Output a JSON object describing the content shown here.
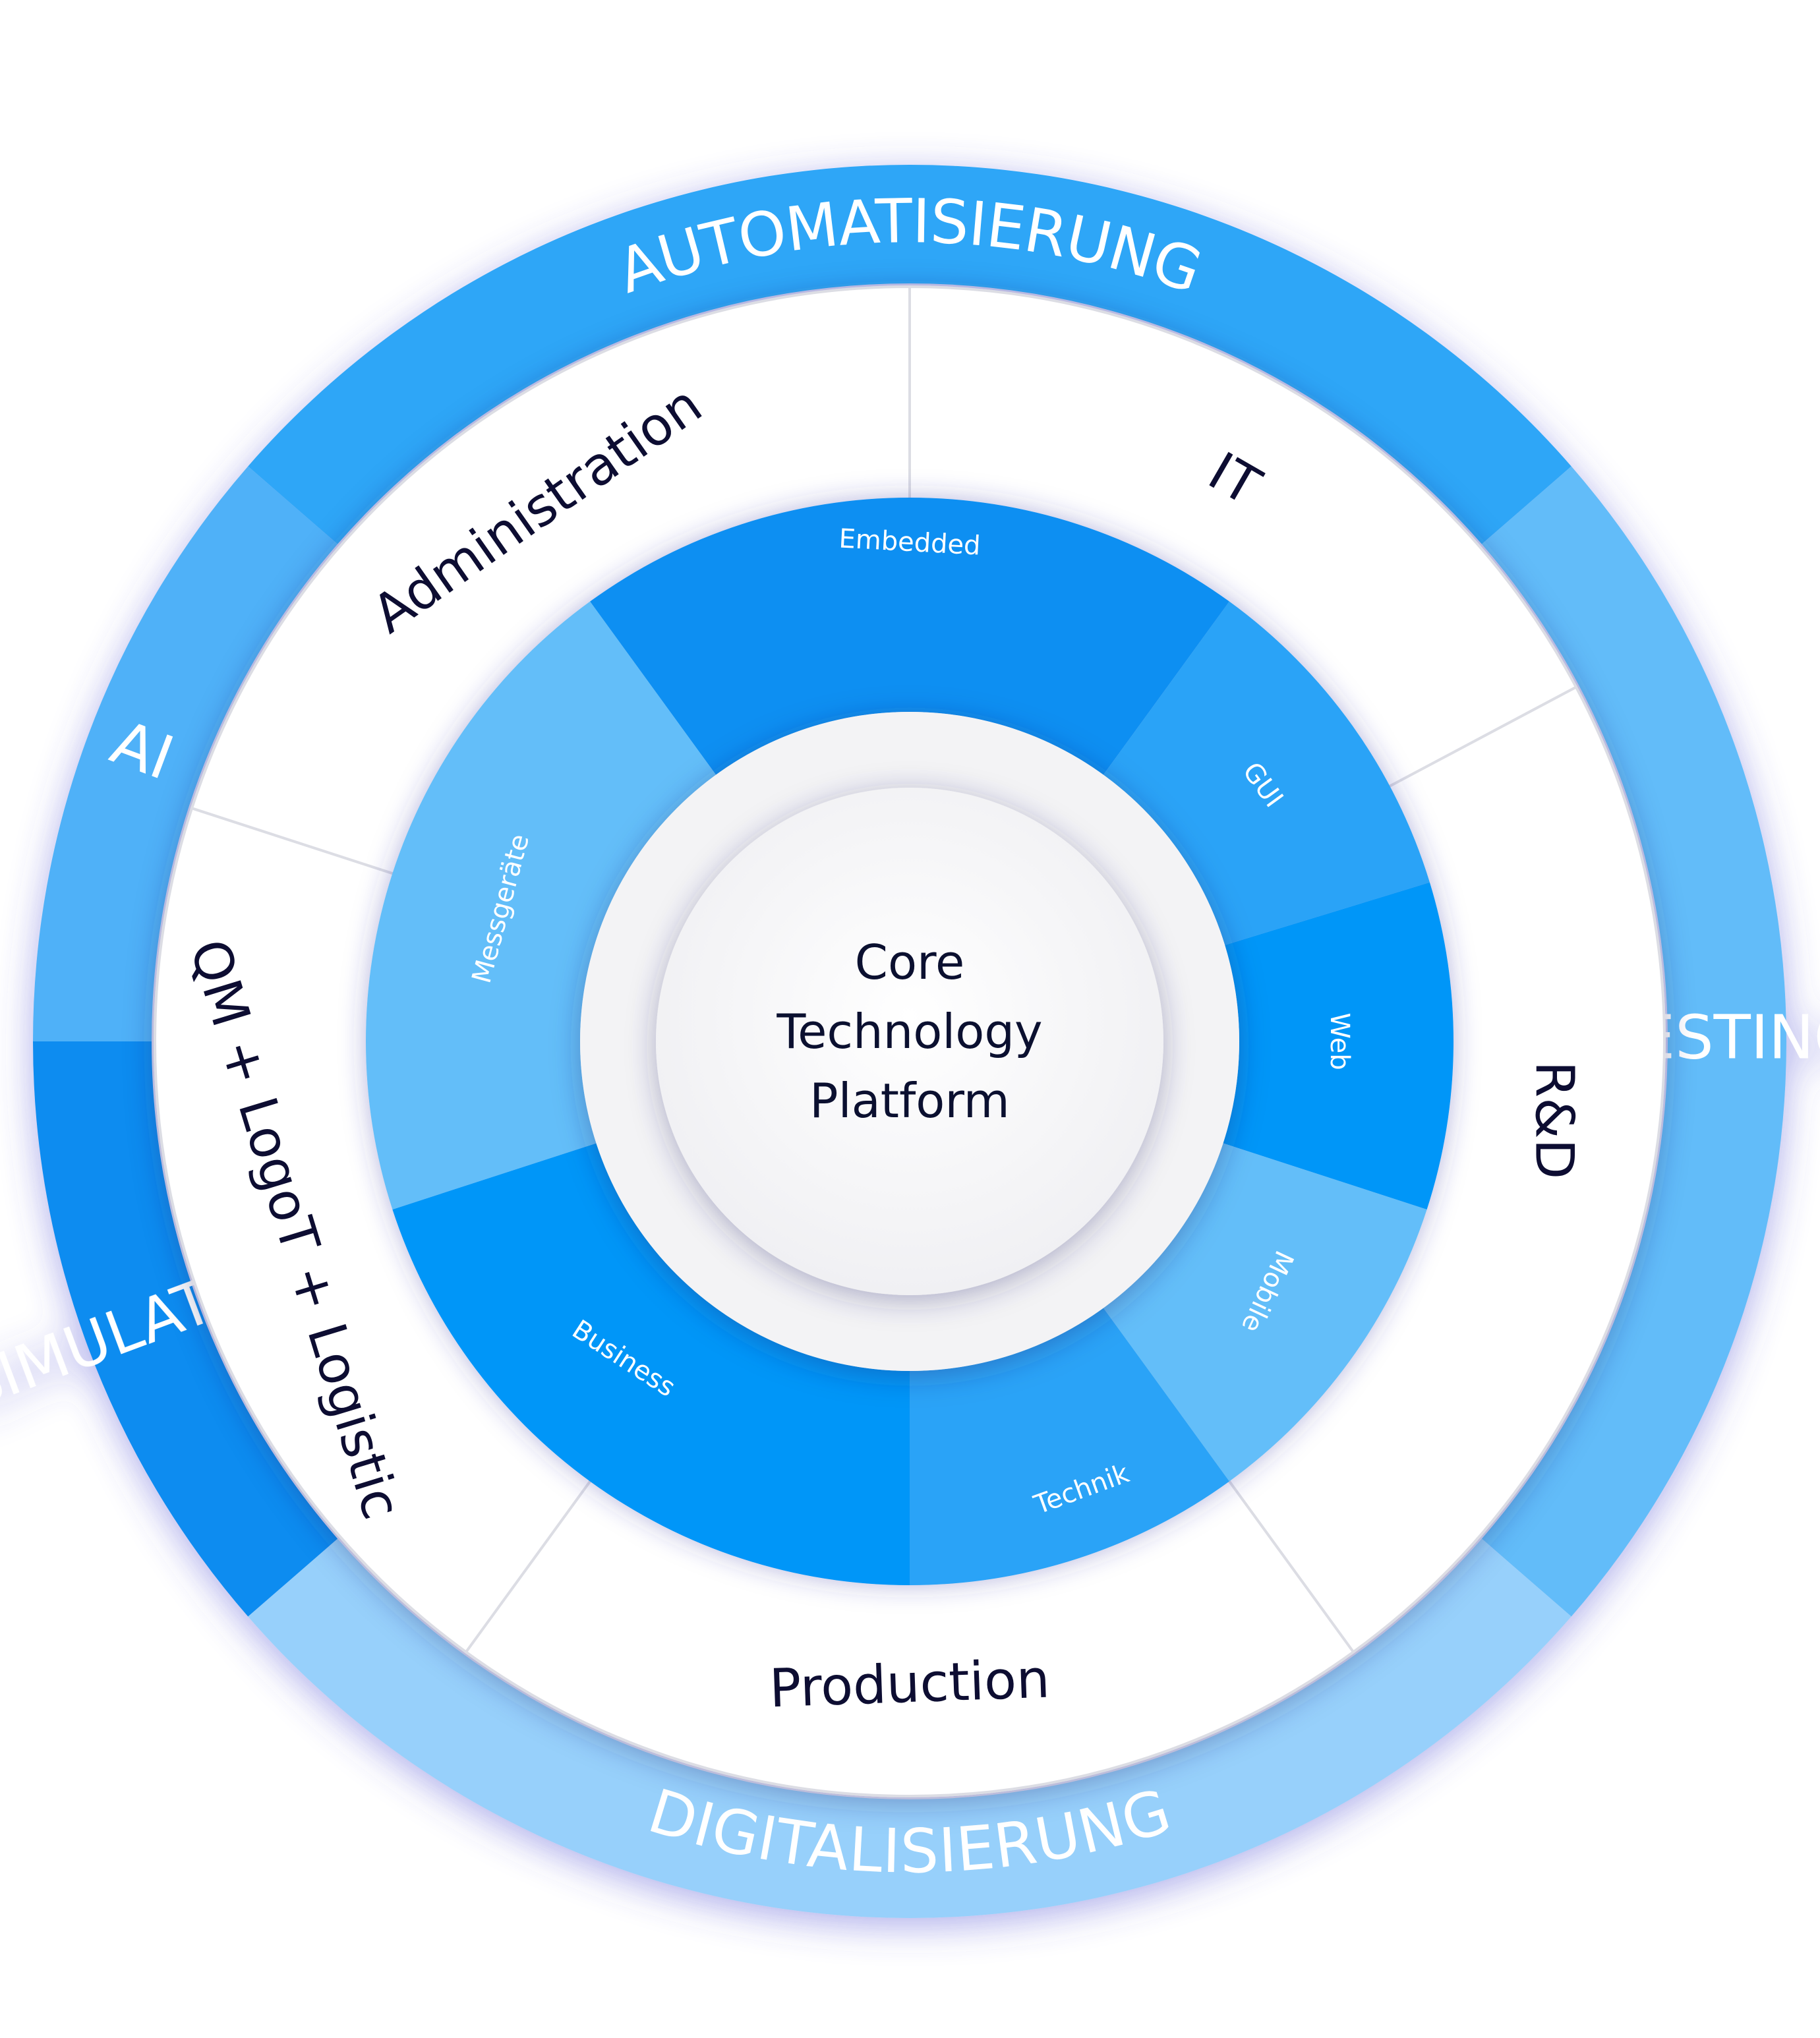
{
  "core": {
    "lines": [
      "Core",
      "Technology",
      "Platform"
    ]
  },
  "outer_ring": [
    {
      "label": "AUTOMATISIERUNG",
      "color": "#2fa6f7"
    },
    {
      "label": "TESTING",
      "color": "#62bcf9"
    },
    {
      "label": "DIGITALISIERUNG",
      "color": "#97d0fb"
    },
    {
      "label": "SIMULATION",
      "color": "#0b8cf0"
    },
    {
      "label": "AI",
      "color": "#4fb1f8"
    }
  ],
  "middle_ring": [
    {
      "label": "IT",
      "color": "#ffffff"
    },
    {
      "label": "R&D",
      "color": "#ffffff"
    },
    {
      "label": "Production",
      "color": "#ffffff"
    },
    {
      "label": "QM + LogoT + Logistic",
      "color": "#ffffff"
    },
    {
      "label": "Administration",
      "color": "#ffffff"
    }
  ],
  "inner_ring": [
    {
      "label": "Embedded",
      "color": "#0a8ff2"
    },
    {
      "label": "GUI",
      "color": "#2aa3f7"
    },
    {
      "label": "Web",
      "color": "#0596f8"
    },
    {
      "label": "Mobile",
      "color": "#63bef9"
    },
    {
      "label": "Technik",
      "color": "#2aa3f7"
    },
    {
      "label": "Business",
      "color": "#0596f8"
    },
    {
      "label": "Messgeräte",
      "color": "#63bef9"
    }
  ],
  "colors": {
    "divider": "#dcdde4",
    "core_ring": "#f2f2f4",
    "core_center": "#ffffff",
    "text_dark": "#0b1030",
    "glow": "#5b5bd6"
  }
}
